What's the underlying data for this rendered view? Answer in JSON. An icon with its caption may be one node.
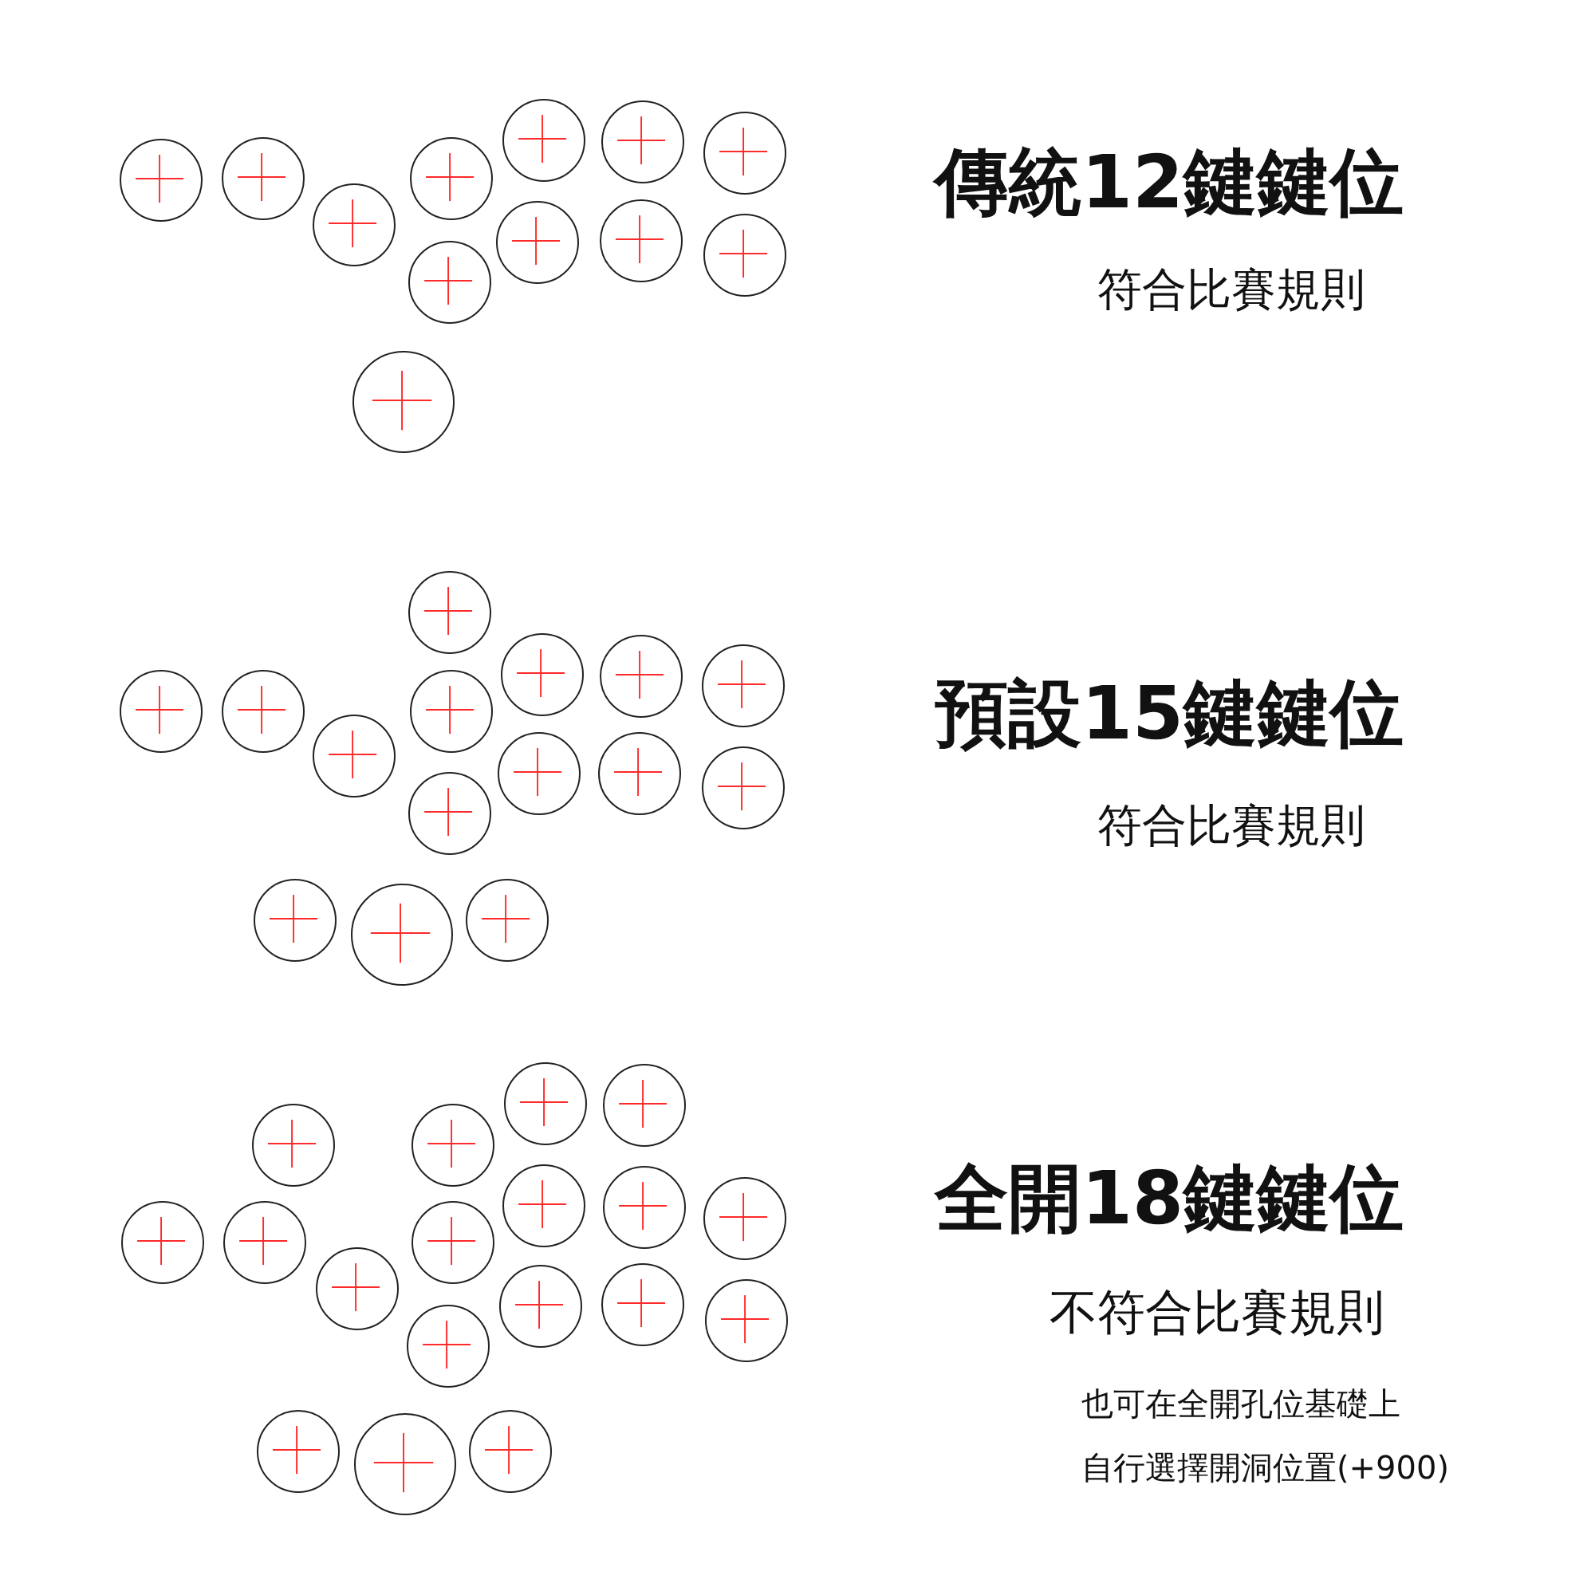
{
  "diagram": {
    "nodes": [
      {
        "text": [],
        "shape": "circle"
      },
      {
        "text": [],
        "shape": "circle"
      },
      {
        "text": [],
        "shape": "circle"
      },
      {
        "text": [],
        "shape": "circle"
      },
      {
        "text": [],
        "shape": "circle"
      },
      {
        "text": [],
        "shape": "circle"
      },
      {
        "text": [],
        "shape": "circle"
      },
      {
        "text": [],
        "shape": "circle"
      },
      {
        "text": [],
        "shape": "circle"
      },
      {
        "text": [],
        "shape": "circle"
      },
      {
        "text": [],
        "shape": "circle"
      },
      {
        "text": [],
        "shape": "circle"
      },
      {
        "text": [],
        "shape": "circle"
      },
      {
        "text": [],
        "shape": "circle"
      },
      {
        "text": [],
        "shape": "circle"
      },
      {
        "text": [],
        "shape": "circle"
      },
      {
        "text": [],
        "shape": "circle"
      },
      {
        "text": [],
        "shape": "circle"
      },
      {
        "text": [],
        "shape": "circle"
      },
      {
        "text": [],
        "shape": "circle"
      },
      {
        "text": [],
        "shape": "circle"
      },
      {
        "text": [],
        "shape": "circle"
      },
      {
        "text": [],
        "shape": "circle"
      },
      {
        "text": [],
        "shape": "circle"
      },
      {
        "text": [],
        "shape": "circle"
      },
      {
        "text": [],
        "shape": "circle"
      },
      {
        "text": [],
        "shape": "circle"
      },
      {
        "text": [],
        "shape": "circle"
      },
      {
        "text": [],
        "shape": "circle"
      },
      {
        "text": [],
        "shape": "circle"
      },
      {
        "text": [],
        "shape": "circle"
      },
      {
        "text": [],
        "shape": "circle"
      },
      {
        "text": [],
        "shape": "circle"
      },
      {
        "text": [],
        "shape": "circle"
      },
      {
        "text": [],
        "shape": "circle"
      },
      {
        "text": [],
        "shape": "circle"
      },
      {
        "text": [],
        "shape": "circle"
      },
      {
        "text": [],
        "shape": "circle"
      },
      {
        "text": [],
        "shape": "circle"
      },
      {
        "text": [],
        "shape": "circle"
      },
      {
        "text": [],
        "shape": "circle"
      },
      {
        "text": [],
        "shape": "circle"
      },
      {
        "text": [],
        "shape": "circle"
      },
      {
        "text": [],
        "shape": "circle"
      },
      {
        "text": [],
        "shape": "circle"
      }
    ],
    "labels": [
      "傳統12鍵鍵位",
      "符合比賽規則",
      "預設15鍵鍵位",
      "符合比賽規則",
      "全開18鍵鍵位",
      "不符合比賽規則",
      "也可在全開孔位基礎上",
      "自行選擇開洞位置(+900)"
    ]
  }
}
